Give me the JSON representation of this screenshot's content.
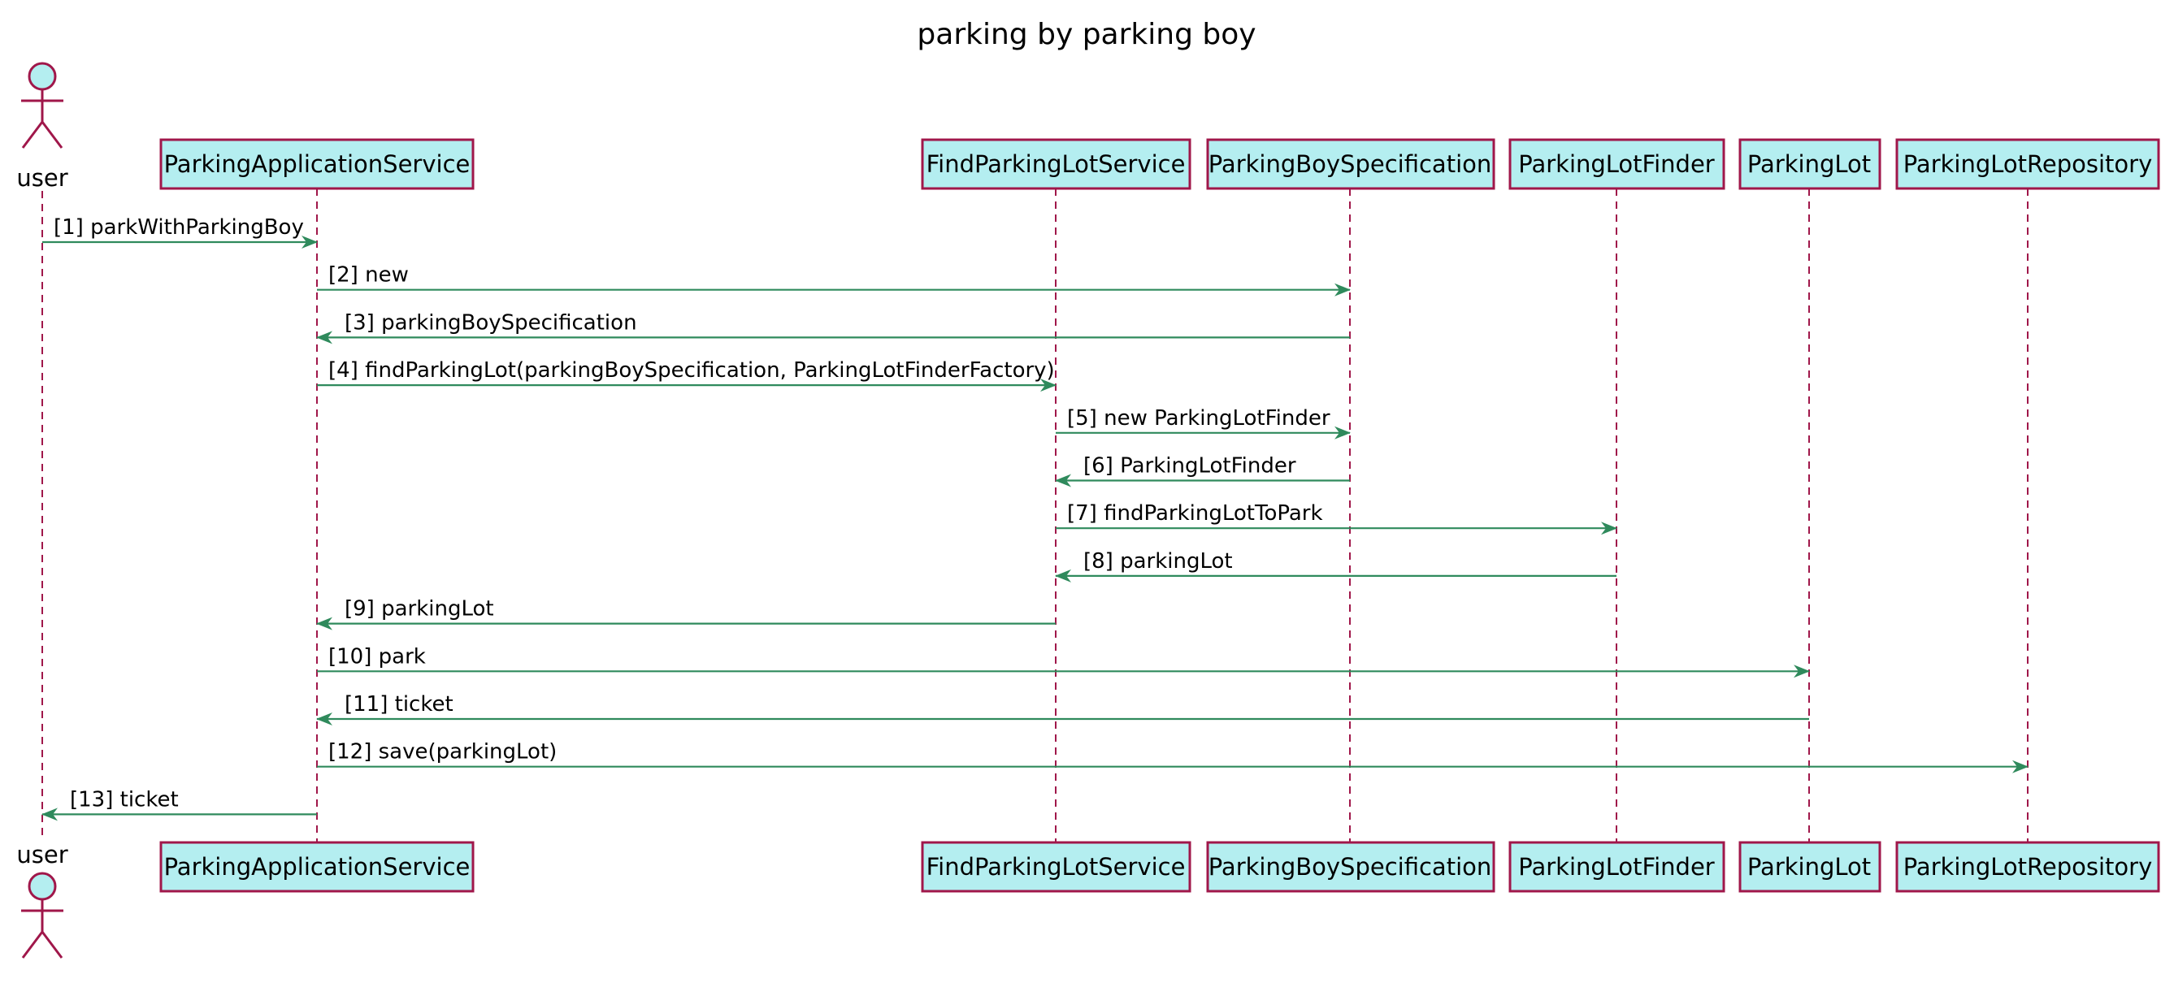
{
  "diagram": {
    "type": "sequence",
    "title": "parking by parking boy",
    "colors": {
      "participant_fill": "#b4eef0",
      "participant_border": "#a0174a",
      "actor_fill": "#b4eef0",
      "actor_border": "#a0174a",
      "lifeline": "#a0174a",
      "message_arrow": "#2f8a5c",
      "text": "#000000"
    },
    "participants": [
      {
        "id": "user",
        "label": "user",
        "kind": "actor"
      },
      {
        "id": "app",
        "label": "ParkingApplicationService",
        "kind": "participant"
      },
      {
        "id": "find",
        "label": "FindParkingLotService",
        "kind": "participant"
      },
      {
        "id": "spec",
        "label": "ParkingBoySpecification",
        "kind": "participant"
      },
      {
        "id": "finder",
        "label": "ParkingLotFinder",
        "kind": "participant"
      },
      {
        "id": "lot",
        "label": "ParkingLot",
        "kind": "participant"
      },
      {
        "id": "repo",
        "label": "ParkingLotRepository",
        "kind": "participant"
      }
    ],
    "messages": [
      {
        "from": "user",
        "to": "app",
        "label": "[1] parkWithParkingBoy"
      },
      {
        "from": "app",
        "to": "spec",
        "label": "[2] new"
      },
      {
        "from": "spec",
        "to": "app",
        "label": "[3] parkingBoySpecification"
      },
      {
        "from": "app",
        "to": "find",
        "label": "[4] findParkingLot(parkingBoySpecification, ParkingLotFinderFactory)"
      },
      {
        "from": "find",
        "to": "spec",
        "label": "[5] new ParkingLotFinder"
      },
      {
        "from": "spec",
        "to": "find",
        "label": "[6] ParkingLotFinder"
      },
      {
        "from": "find",
        "to": "finder",
        "label": "[7] findParkingLotToPark"
      },
      {
        "from": "finder",
        "to": "find",
        "label": "[8] parkingLot"
      },
      {
        "from": "find",
        "to": "app",
        "label": "[9] parkingLot"
      },
      {
        "from": "app",
        "to": "lot",
        "label": "[10] park"
      },
      {
        "from": "lot",
        "to": "app",
        "label": "[11] ticket"
      },
      {
        "from": "app",
        "to": "repo",
        "label": "[12] save(parkingLot)"
      },
      {
        "from": "app",
        "to": "user",
        "label": "[13] ticket"
      }
    ]
  }
}
